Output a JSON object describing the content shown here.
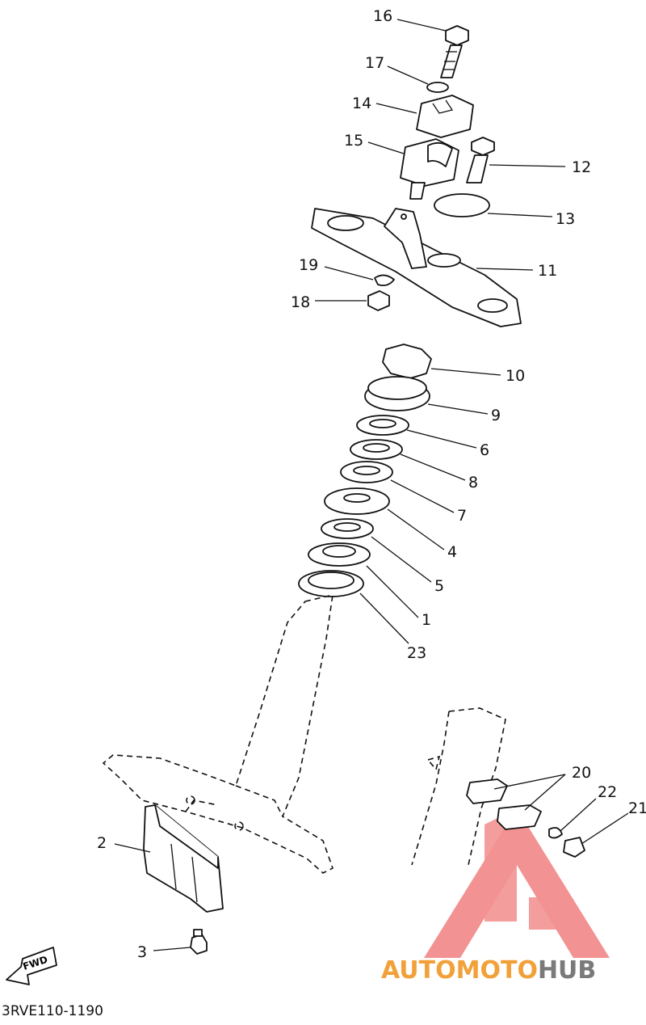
{
  "diagram": {
    "reference_code": "3RVE110-1190",
    "fwd_label": "FWD",
    "watermark": {
      "brand_part1": "AUTOMOTO",
      "brand_part2": "HUB",
      "color_primary": "#f2a13a",
      "color_secondary": "#7a7a7a",
      "logo_color": "#f08080"
    },
    "callouts": [
      {
        "id": "c16",
        "label": "16"
      },
      {
        "id": "c17",
        "label": "17"
      },
      {
        "id": "c14",
        "label": "14"
      },
      {
        "id": "c15",
        "label": "15"
      },
      {
        "id": "c12",
        "label": "12"
      },
      {
        "id": "c13",
        "label": "13"
      },
      {
        "id": "c11",
        "label": "11"
      },
      {
        "id": "c19",
        "label": "19"
      },
      {
        "id": "c18",
        "label": "18"
      },
      {
        "id": "c10",
        "label": "10"
      },
      {
        "id": "c9",
        "label": "9"
      },
      {
        "id": "c6",
        "label": "6"
      },
      {
        "id": "c8",
        "label": "8"
      },
      {
        "id": "c7",
        "label": "7"
      },
      {
        "id": "c4",
        "label": "4"
      },
      {
        "id": "c5",
        "label": "5"
      },
      {
        "id": "c1",
        "label": "1"
      },
      {
        "id": "c23",
        "label": "23"
      },
      {
        "id": "c2",
        "label": "2"
      },
      {
        "id": "c3",
        "label": "3"
      },
      {
        "id": "c20",
        "label": "20"
      },
      {
        "id": "c22",
        "label": "22"
      },
      {
        "id": "c21",
        "label": "21"
      }
    ]
  }
}
